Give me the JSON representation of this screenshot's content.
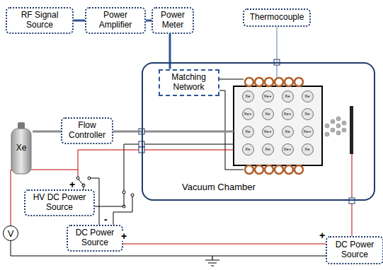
{
  "diagram": {
    "nodes": [
      {
        "text": [
          "RF Signal Source"
        ]
      },
      {
        "text": [
          "Power Amplifier"
        ]
      },
      {
        "text": [
          "Power Meter"
        ]
      },
      {
        "text": [
          "Thermocouple"
        ]
      },
      {
        "text": [
          "Vacuum Chamber"
        ]
      },
      {
        "text": [
          "Matching Network"
        ],
        "in": 4
      },
      {
        "text": [
          "Xe"
        ],
        "in": 4
      },
      {
        "text": [
          "Xe+"
        ],
        "in": 4
      },
      {
        "text": [
          "Xe"
        ],
        "in": 4
      },
      {
        "text": [
          "Xe"
        ],
        "in": 4
      },
      {
        "text": [
          "Xe+"
        ],
        "in": 4
      },
      {
        "text": [
          "Xe"
        ],
        "in": 4
      },
      {
        "text": [
          "Xe+"
        ],
        "in": 4
      },
      {
        "text": [
          "Xe"
        ],
        "in": 4
      },
      {
        "text": [
          "Xe"
        ],
        "in": 4
      },
      {
        "text": [
          "Xe+"
        ],
        "in": 4
      },
      {
        "text": [
          "Xe"
        ],
        "in": 4
      },
      {
        "text": [
          "Xe+"
        ],
        "in": 4
      },
      {
        "text": [
          "Xe"
        ],
        "in": 4
      },
      {
        "text": [
          "Xe"
        ],
        "in": 4
      },
      {
        "text": [
          "Xe+"
        ],
        "in": 4
      },
      {
        "text": [
          "Xe"
        ],
        "in": 4
      },
      {
        "text": [
          "Xe"
        ]
      },
      {
        "text": [
          "Flow Controller"
        ]
      },
      {
        "text": [
          "HV DC Power Source"
        ]
      },
      {
        "text": [
          "V"
        ]
      },
      {
        "text": [
          "DC Power Source"
        ]
      },
      {
        "text": [
          "DC Power Source"
        ]
      }
    ],
    "edges": [
      {
        "from": 0,
        "to": 1,
        "arrow": "none"
      },
      {
        "from": 1,
        "to": 2,
        "arrow": "none"
      },
      {
        "from": 2,
        "to": 5,
        "arrow": "none"
      },
      {
        "from": 3,
        "to": 4,
        "arrow": "none"
      },
      {
        "from": 22,
        "to": 23,
        "arrow": "none"
      },
      {
        "from": 23,
        "to": 4,
        "arrow": "none"
      }
    ],
    "labels": [
      "+",
      "-",
      "+",
      "+"
    ]
  }
}
